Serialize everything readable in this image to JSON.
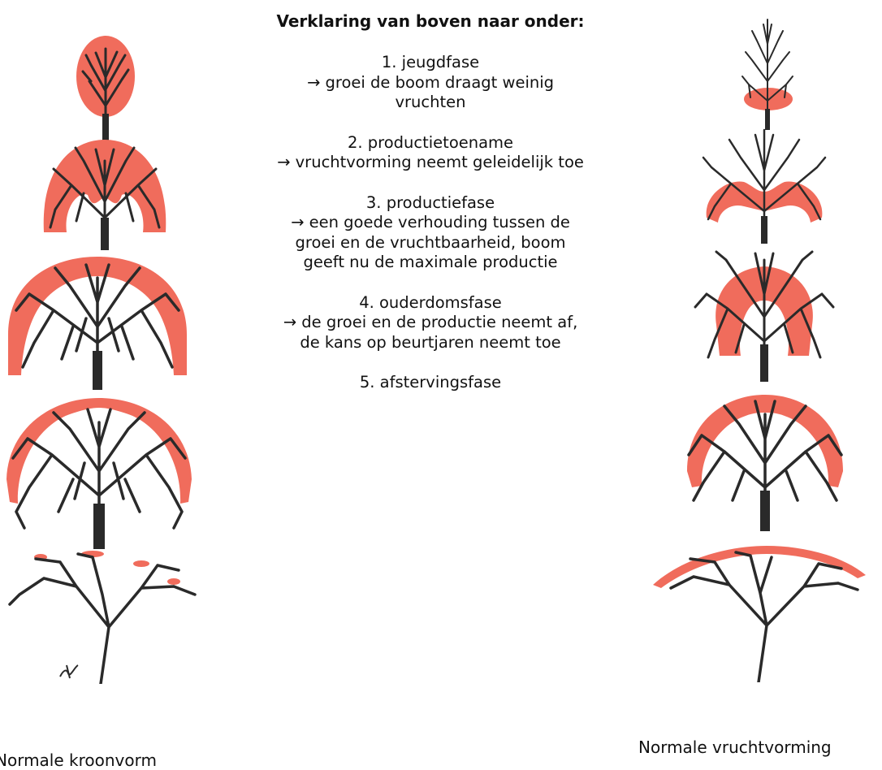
{
  "colors": {
    "fruit_zone": "#f06c5c",
    "trunk": "#2a2a2a",
    "background": "#ffffff"
  },
  "legend": {
    "title": "Verklaring van boven naar onder:",
    "items": [
      {
        "phase": "1. jeugdfase",
        "detail": "→ groei de boom draagt weinig vruchten"
      },
      {
        "phase": "2. productietoename",
        "detail": "→ vruchtvorming neemt geleidelijk toe"
      },
      {
        "phase": "3. productiefase",
        "detail": "→ een goede verhouding tussen de groei en de vruchtbaarheid, boom geeft nu de maximale productie"
      },
      {
        "phase": "4. ouderdomsfase",
        "detail": "→ de groei en de productie neemt af, de kans op beurtjaren neemt toe"
      },
      {
        "phase": "5. afstervingsfase",
        "detail": ""
      }
    ]
  },
  "captions": {
    "left": "Normale kroonvorm",
    "right": "Normale vruchtvorming"
  }
}
